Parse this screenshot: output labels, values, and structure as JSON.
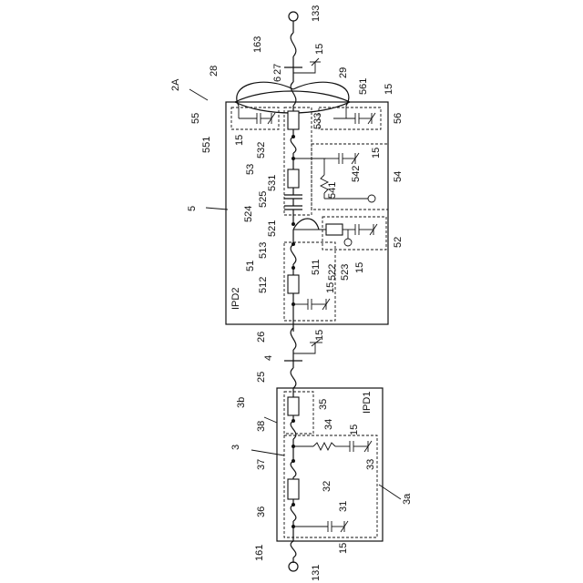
{
  "figure_label": "2A",
  "labels": {
    "l133": "133",
    "l163": "163",
    "l15": "15",
    "l6": "6",
    "l27": "27",
    "l28": "28",
    "l29": "29",
    "l561": "561",
    "l55": "55",
    "l56": "56",
    "l551": "551",
    "l533": "533",
    "l532": "532",
    "l53": "53",
    "l531": "531",
    "l542": "542",
    "l541": "541",
    "l54": "54",
    "l525": "525",
    "l524": "524",
    "l5": "5",
    "l521": "521",
    "l52": "52",
    "l513": "513",
    "l51": "51",
    "l522": "522",
    "l523": "523",
    "l511": "511",
    "l512": "512",
    "ipd2": "IPD2",
    "l26": "26",
    "l4": "4",
    "l25": "25",
    "l3b": "3b",
    "l35": "35",
    "ipd1": "IPD1",
    "l38": "38",
    "l34": "34",
    "l3": "3",
    "l37": "37",
    "l33": "33",
    "l32": "32",
    "l36": "36",
    "l31": "31",
    "l3a": "3a",
    "l161": "161",
    "l131": "131"
  }
}
